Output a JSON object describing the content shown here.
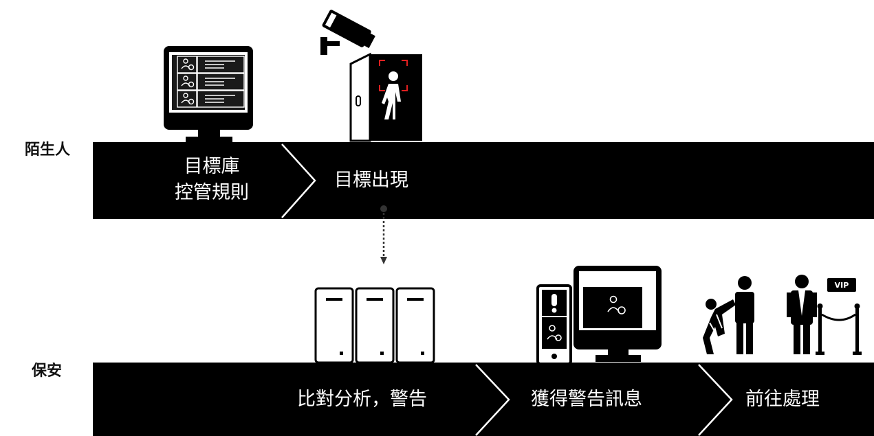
{
  "lanes": [
    {
      "label": "陌生人",
      "steps": [
        {
          "label_line1": "目標庫",
          "label_line2": "控管規則"
        },
        {
          "label": "目標出現"
        }
      ]
    },
    {
      "label": "保安",
      "steps": [
        {
          "label": "比對分析，警告"
        },
        {
          "label": "獲得警告訊息"
        },
        {
          "label": "前往處理"
        }
      ]
    }
  ],
  "icons": {
    "vip_badge": "VIP",
    "items": [
      "monitor-list-icon",
      "security-camera-icon",
      "door-face-detection-icon",
      "server-icon",
      "phone-alert-icon",
      "monitor-alert-icon",
      "security-guard-icon",
      "vip-guard-icon"
    ]
  },
  "colors": {
    "band": "#000000",
    "detect": "#e02020",
    "text_on_band": "#ffffff"
  }
}
